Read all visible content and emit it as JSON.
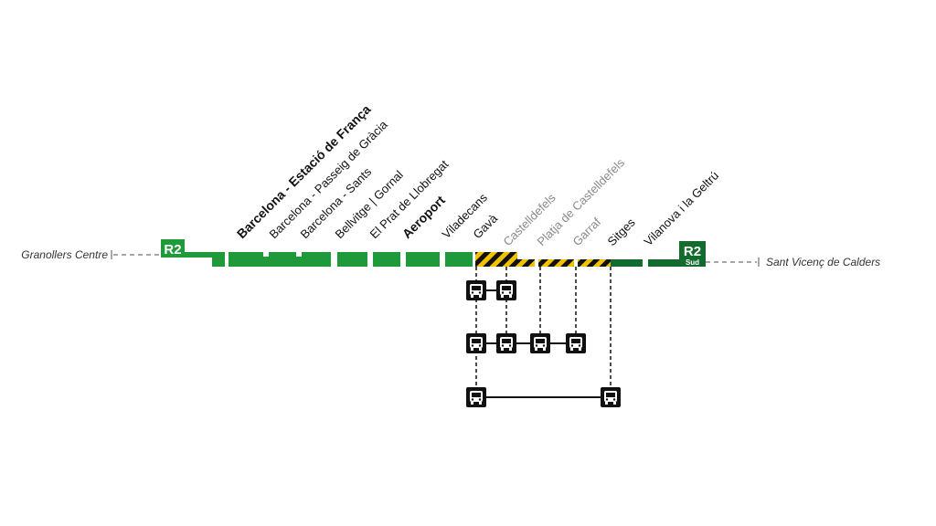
{
  "line": {
    "name": "R2",
    "south_name": "R2",
    "south_sub": "Sud",
    "colors": {
      "main": "#1f9a3a",
      "south": "#146b2e",
      "warning_yellow": "#f2c200",
      "warning_black": "#111111",
      "dash": "#8a8a8a"
    }
  },
  "termini": {
    "left": "Granollers Centre",
    "right": "Sant Vicenç de Calders"
  },
  "stations": [
    {
      "label": "Barcelona - Estació de França",
      "style": "major"
    },
    {
      "label": "Barcelona - Passeig de Gràcia",
      "style": "normal"
    },
    {
      "label": "Barcelona - Sants",
      "style": "normal"
    },
    {
      "label": "Bellvitge | Gornal",
      "style": "normal"
    },
    {
      "label": "El Prat de Llobregat",
      "style": "normal"
    },
    {
      "label": "Aeroport",
      "style": "major"
    },
    {
      "label": "Viladecans",
      "style": "normal"
    },
    {
      "label": "Gavà",
      "style": "normal"
    },
    {
      "label": "Castelldefels",
      "style": "closed"
    },
    {
      "label": "Platja de Castelldefels",
      "style": "closed"
    },
    {
      "label": "Garraf",
      "style": "closed"
    },
    {
      "label": "Sitges",
      "style": "normal"
    },
    {
      "label": "Vilanova i la Geltrú",
      "style": "normal"
    }
  ],
  "bus_services": [
    {
      "stops": [
        "Gavà",
        "Castelldefels"
      ]
    },
    {
      "stops": [
        "Gavà",
        "Castelldefels",
        "Platja de Castelldefels",
        "Garraf"
      ]
    },
    {
      "stops": [
        "Gavà",
        "Sitges"
      ]
    }
  ],
  "icons": {
    "bus": "bus-icon"
  }
}
